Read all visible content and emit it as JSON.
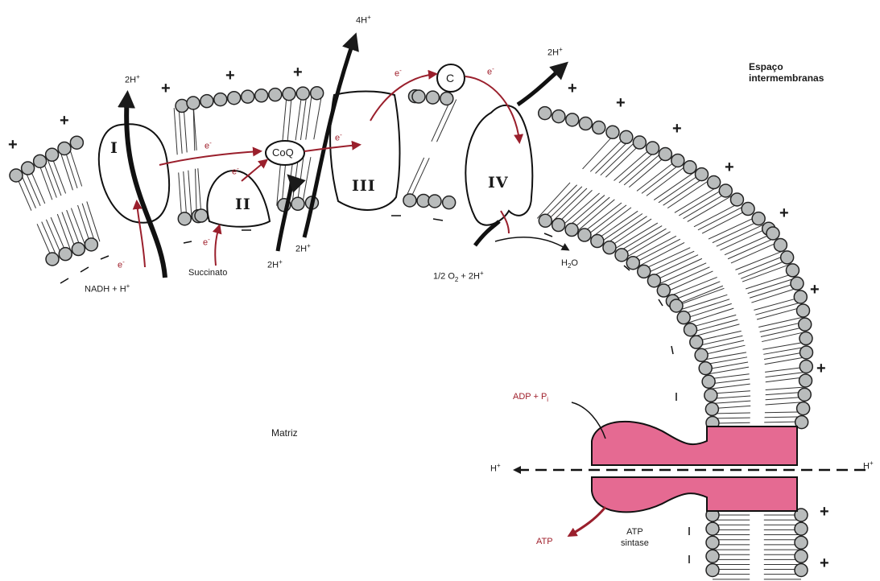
{
  "regions": {
    "intermembrane": "Espaço\nintermembranas",
    "matrix": "Matriz"
  },
  "complexes": {
    "c1": "I",
    "c2": "II",
    "c3": "III",
    "c4": "IV",
    "coq": "CoQ",
    "cytc": "C"
  },
  "substrates": {
    "nadh": "NADH + H",
    "succinate": "Succinato",
    "oxygen": "1/2 O",
    "water": "H",
    "adp": "ADP + P",
    "atp": "ATP",
    "synthase": "ATP\nsintase"
  },
  "protons": {
    "p2h_1": "2H",
    "p4h": "4H",
    "p2h_2": "2H",
    "p2h_matrix_a": "2H",
    "p2h_matrix_b": "2H",
    "h_left": "H",
    "h_right": "H"
  },
  "electron": "e",
  "colors": {
    "membrane_head": "#b9bcbc",
    "membrane_outline": "#222222",
    "electron_arrow": "#9a1f2c",
    "atp_synthase": "#e56a92",
    "proton_arrow": "#1a1a1a"
  }
}
